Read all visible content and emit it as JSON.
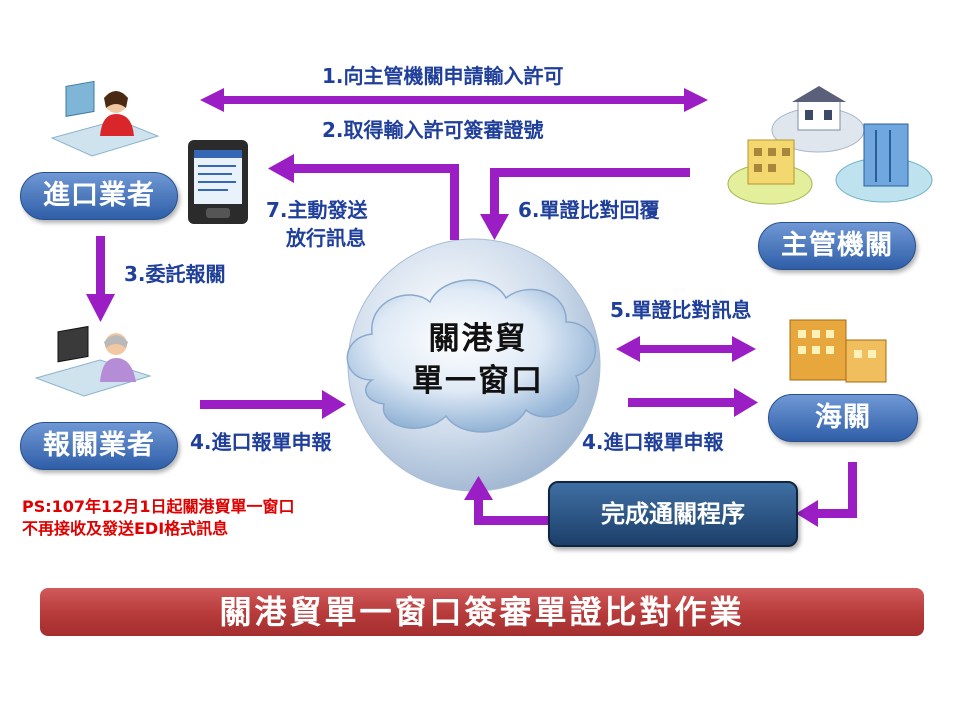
{
  "steps": {
    "s1": "1.向主管機關申請輸入許可",
    "s2": "2.取得輸入許可簽審證號",
    "s3": "3.委託報關",
    "s4_left": "4.進口報單申報",
    "s4_right": "4.進口報單申報",
    "s5": "5.單證比對訊息",
    "s6": "6.單證比對回覆",
    "s7_line1": "7.主動發送",
    "s7_line2": "放行訊息"
  },
  "actors": {
    "importer": "進口業者",
    "broker": "報關業者",
    "authority": "主管機關",
    "customs": "海關"
  },
  "center": {
    "line1": "關港貿",
    "line2": "單一窗口"
  },
  "completion": "完成通關程序",
  "note": {
    "line1": "PS:107年12月1日起關港貿單一窗口",
    "line2": "不再接收及發送EDI格式訊息"
  },
  "banner": "關港貿單一窗口簽審單證比對作業",
  "colors": {
    "arrow": "#9a1ec4",
    "label": "#1f3f9a",
    "pill": "#3d6fba",
    "banner": "#b73a3a",
    "note": "#e00000"
  }
}
